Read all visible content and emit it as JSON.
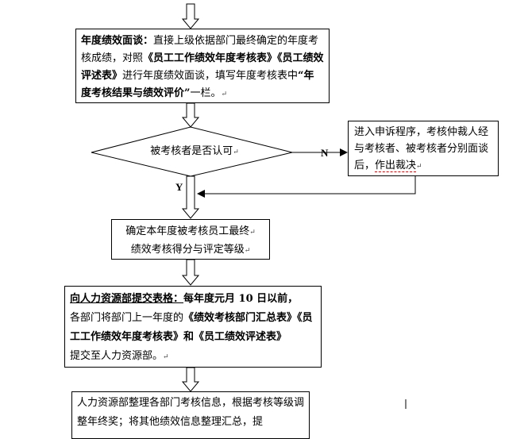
{
  "box1": {
    "lead": "年度绩效面谈：",
    "t1": "直接上级依据部门最终确定的年度考核成绩，对照",
    "t2": "《员工工作绩效年度考核表》",
    "t3": "《员工绩效评述表》",
    "t4": "进行年度绩效面谈，填写年度考核表中",
    "t5": "“年度考核结果与绩效评价”",
    "t6": "一栏。"
  },
  "decision": {
    "text": "被考核者是否认可"
  },
  "labels": {
    "no": "N",
    "yes": "Y"
  },
  "appeal": {
    "t1": "进入申诉程序，考核仲裁人经与考核者、被考核者分别面谈后，",
    "t2": "作出裁决"
  },
  "confirm": {
    "l1": "确定本年度被考核员工最终",
    "l2": "绩效考核得分与评定等级"
  },
  "submit": {
    "lead": "向人力资源部提交表格：",
    "t1": "每年度元月 10 日以前，",
    "t2": "各部门将部门上一年度的",
    "t3": "《绩效考核部门汇总表》",
    "t4": "《员工工作绩效年度考核表》",
    "t5": "和",
    "t6": "《员工绩效评述表》",
    "t7": "提交至人力资源部。"
  },
  "hr": {
    "text": "人力资源部整理各部门考核信息，根据考核等级调整年终奖；将其他绩效信息整理汇总，提"
  },
  "mark": "↵"
}
